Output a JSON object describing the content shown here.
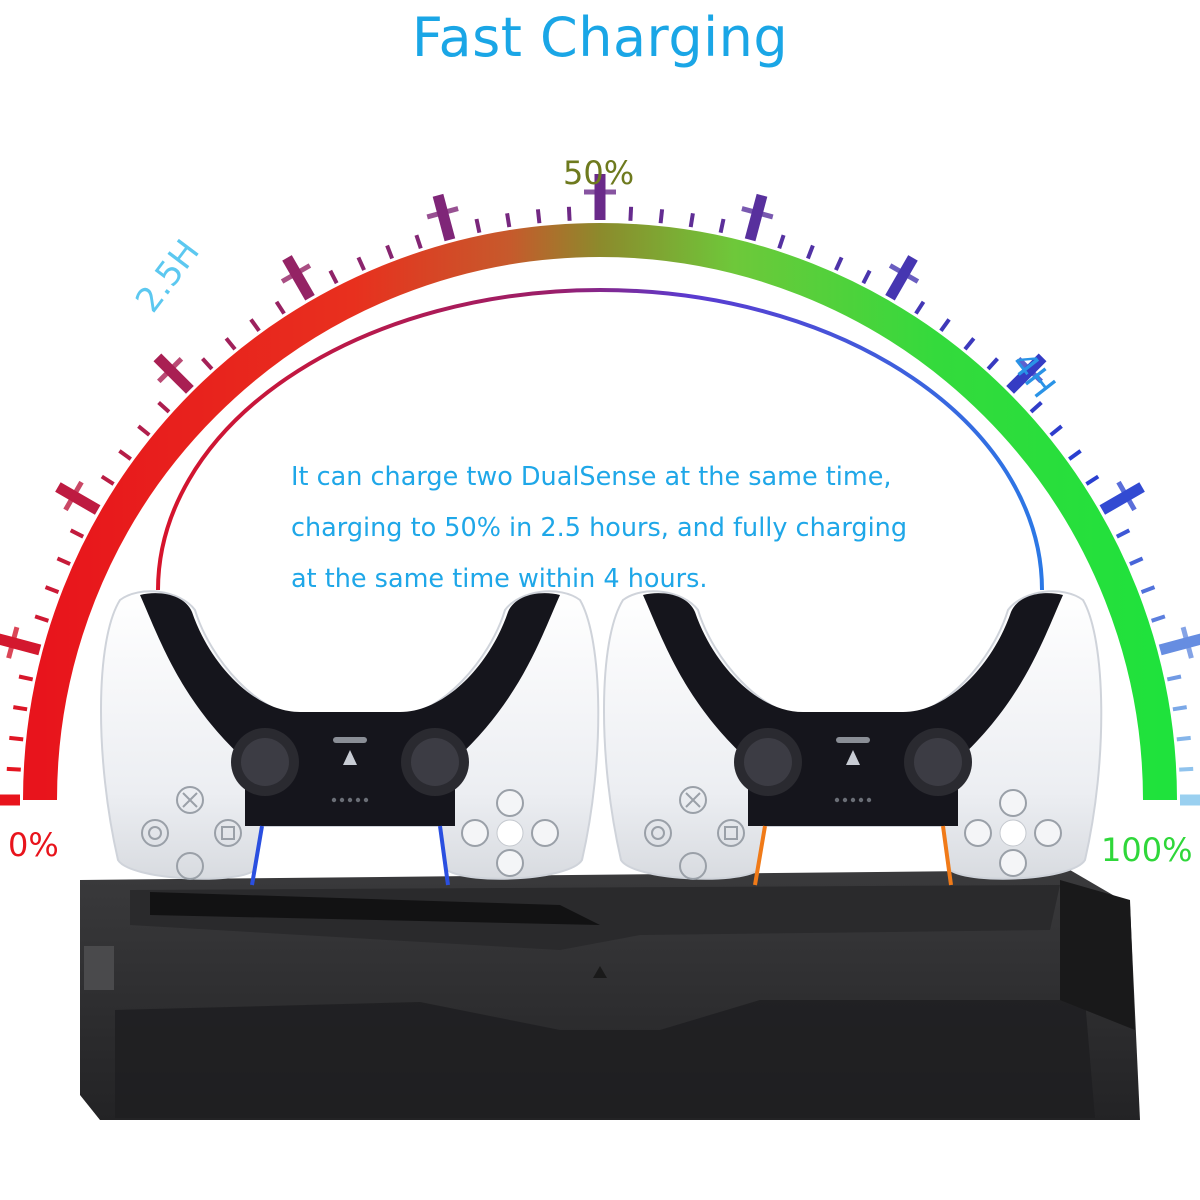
{
  "title": "Fast Charging",
  "gauge": {
    "label_start": "0%",
    "label_half": "50%",
    "label_end": "100%",
    "label_time_half": "2.5H",
    "label_time_full": "4H",
    "colors": {
      "start": "#e8141c",
      "quarter": "#e83a2a",
      "middle": "#8a4f2d",
      "three_quarter": "#2fd73a",
      "end": "#1fe23c",
      "tick_left": "#b81a3a",
      "tick_mid": "#6a2a8a",
      "tick_right": "#2a3fd0"
    }
  },
  "description": {
    "lines": [
      "It can charge two DualSense at the same time,",
      "charging to 50% in 2.5 hours, and fully charging",
      "at the same time within 4 hours."
    ]
  },
  "product": {
    "controllers": [
      {
        "accent_color": "#2a4fe0"
      },
      {
        "accent_color": "#f07a18"
      }
    ],
    "dock_color": "#2d2d2d",
    "icons": [
      "cross-icon",
      "circle-icon",
      "square-icon",
      "triangle-icon",
      "dpad-icon",
      "ps-logo-icon"
    ]
  }
}
